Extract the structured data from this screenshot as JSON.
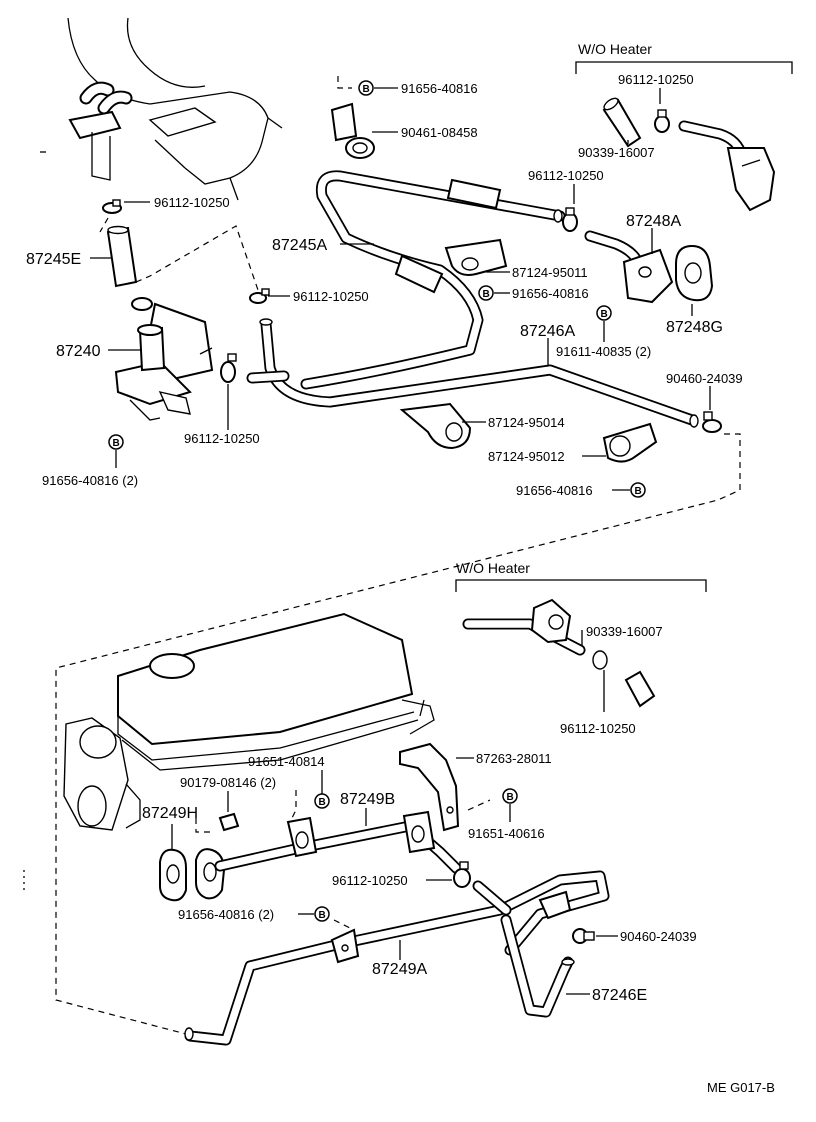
{
  "sections": {
    "wo_heater_top": "W/O Heater",
    "wo_heater_bottom": "W/O Heater"
  },
  "bolt_symbol": "B",
  "labels": {
    "p91656_40816_top": "91656-40816",
    "p90461_08458": "90461-08458",
    "p96112_10250_a": "96112-10250",
    "p90339_16007_a": "90339-16007",
    "p96112_10250_b": "96112-10250",
    "p96112_10250_c": "96112-10250",
    "p87245E": "87245E",
    "p87245A": "87245A",
    "p87248A": "87248A",
    "p87124_95011": "87124-95011",
    "p91656_40816_mid": "91656-40816",
    "p96112_10250_d": "96112-10250",
    "p87248G": "87248G",
    "p87246A": "87246A",
    "p87240": "87240",
    "p91611_40835": "91611-40835 (2)",
    "p90460_24039_a": "90460-24039",
    "p87124_95014": "87124-95014",
    "p96112_10250_e": "96112-10250",
    "p87124_95012": "87124-95012",
    "p91656_40816_2": "91656-40816 (2)",
    "p91656_40816_right": "91656-40816",
    "p90339_16007_b": "90339-16007",
    "p96112_10250_f": "96112-10250",
    "p87263_28011": "87263-28011",
    "p91651_40814": "91651-40814",
    "p90179_08146": "90179-08146 (2)",
    "p87249B": "87249B",
    "p87249H": "87249H",
    "p91651_40616": "91651-40616",
    "p96112_10250_g": "96112-10250",
    "p91656_40816_b2": "91656-40816 (2)",
    "p90460_24039_b": "90460-24039",
    "p87249A": "87249A",
    "p87246E": "87246E"
  },
  "figure_code": "ME  G017-B"
}
